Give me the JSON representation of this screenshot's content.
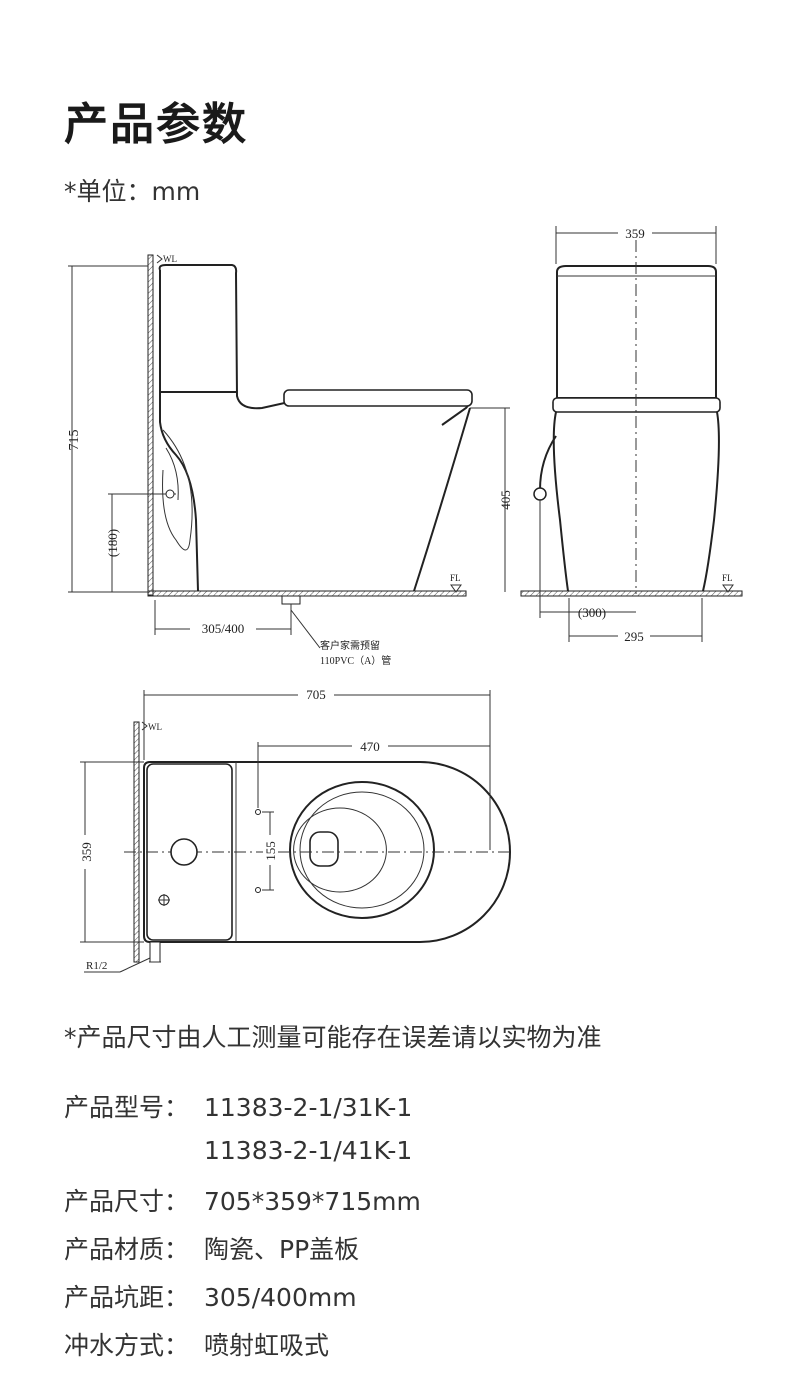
{
  "page": {
    "title": "产品参数",
    "unit_note": "*单位：mm"
  },
  "drawing": {
    "wl_label": "WL",
    "fl_label": "FL",
    "side_height": "715",
    "side_inlet": "(180)",
    "side_seat_height": "405",
    "side_rough_in": "305/400",
    "pipe_note_1": "客户家需预留",
    "pipe_note_2": "110PVC（A）管",
    "front_width": "359",
    "front_inlet": "(300)",
    "front_depth": "295",
    "top_length": "705",
    "top_bowl": "470",
    "top_width": "359",
    "top_hole": "155",
    "thread": "R1/2"
  },
  "disclaimer": "*产品尺寸由人工测量可能存在误差请以实物为准",
  "specs": [
    {
      "label": "产品型号：",
      "value": "11383-2-1/31K-1"
    },
    {
      "label": "",
      "value": "11383-2-1/41K-1"
    },
    {
      "label": "产品尺寸：",
      "value": "705*359*715mm"
    },
    {
      "label": "产品材质：",
      "value": "陶瓷、PP盖板"
    },
    {
      "label": "产品坑距：",
      "value": "305/400mm"
    },
    {
      "label": "冲水方式：",
      "value": "喷射虹吸式"
    }
  ]
}
